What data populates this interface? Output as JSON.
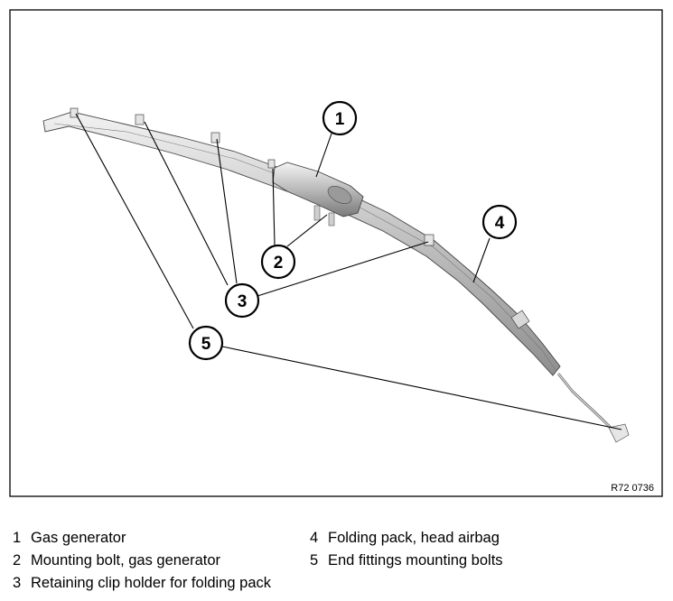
{
  "figure": {
    "ref_code": "R72 0736",
    "callouts": [
      "1",
      "2",
      "3",
      "4",
      "5"
    ]
  },
  "legend": [
    {
      "num": "1",
      "text": "Gas generator"
    },
    {
      "num": "2",
      "text": "Mounting bolt, gas generator"
    },
    {
      "num": "3",
      "text": "Retaining clip holder for folding pack"
    },
    {
      "num": "4",
      "text": "Folding pack, head airbag"
    },
    {
      "num": "5",
      "text": "End fittings mounting bolts"
    }
  ]
}
